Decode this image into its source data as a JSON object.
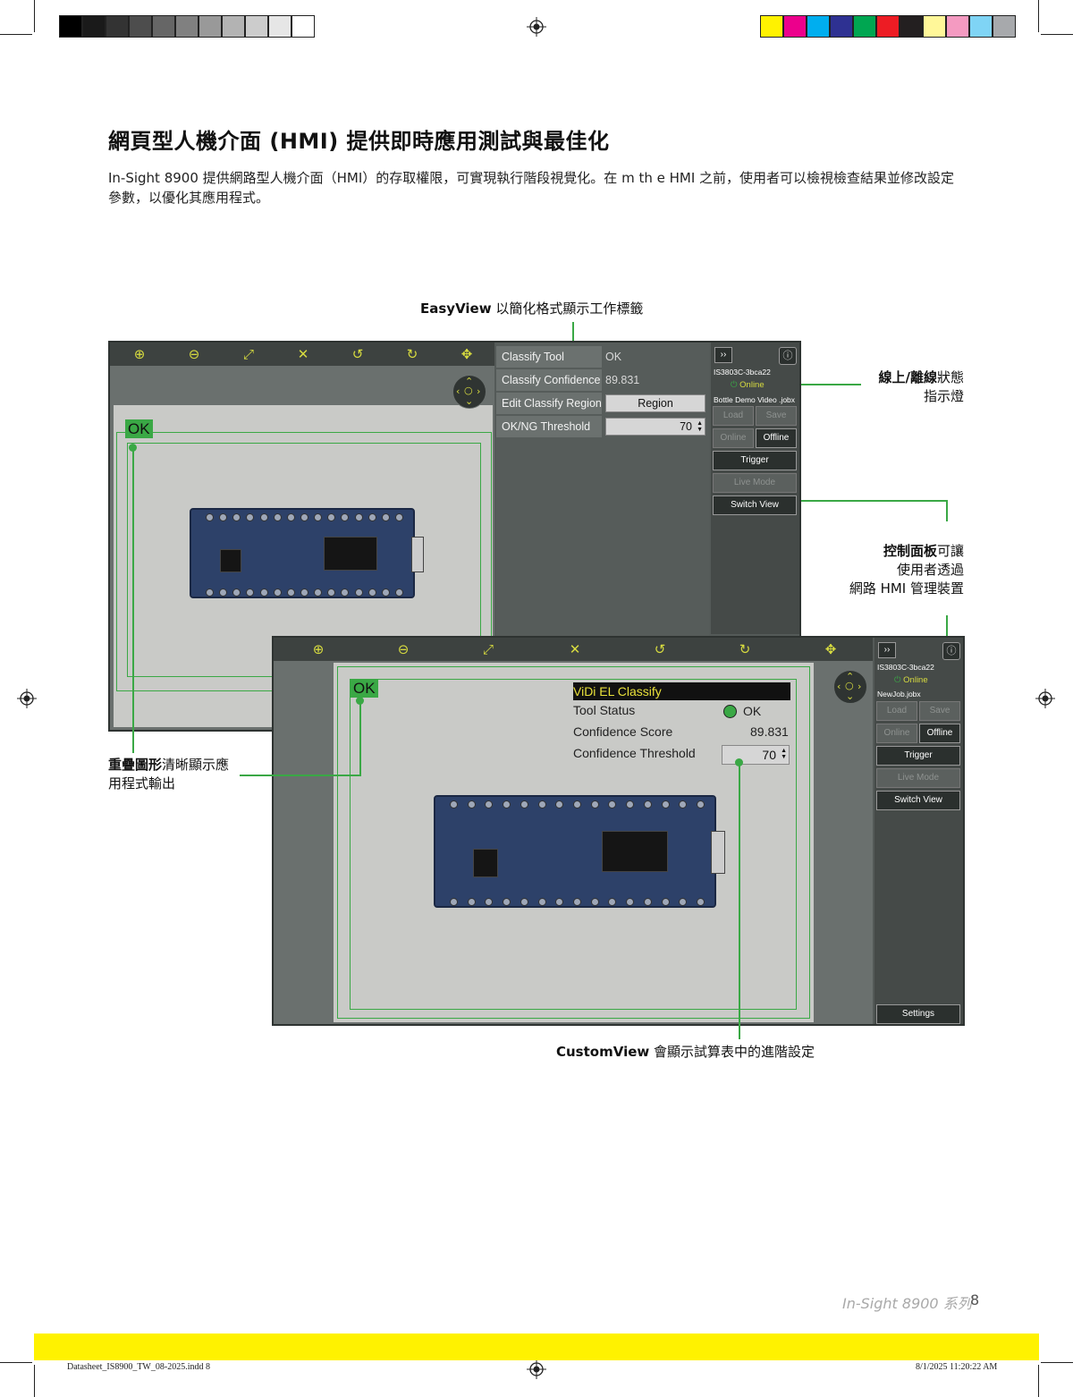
{
  "page": {
    "title": "網頁型人機介面 (HMI) 提供即時應用測試與最佳化",
    "intro": "In-Sight 8900 提供網路型人機介面（HMI）的存取權限，可實現執行階段視覺化。在 m th e HMI 之前，使用者可以檢視檢查結果並修改設定參數，以優化其應用程式。",
    "footer_series": "In-Sight 8900 系列",
    "page_number": "8",
    "slug_left": "Datasheet_IS8900_TW_08-2025.indd   8",
    "slug_right": "8/1/2025   11:20:22 AM"
  },
  "callouts": {
    "easyview_bold": "EasyView",
    "easyview_rest": " 以簡化格式顯示工作標籤",
    "online_bold": "線上/離線",
    "online_rest": "狀態",
    "online_line2": "指示燈",
    "control_bold": "控制面板",
    "control_rest": "可讓",
    "control_line2": "使用者透過",
    "control_line3": "網路 HMI 管理裝置",
    "overlay_bold": "重疊圖形",
    "overlay_rest": "清晰顯示應",
    "overlay_line2": "用程式輸出",
    "customview_bold": "CustomView",
    "customview_rest": " 會顯示試算表中的進階設定"
  },
  "easyview": {
    "ok_tag": "OK",
    "props": [
      {
        "label": "Classify Tool",
        "value": "OK"
      },
      {
        "label": "Classify Confidence",
        "value": "89.831"
      },
      {
        "label": "Edit Classify Region",
        "button": "Region"
      },
      {
        "label": "OK/NG Threshold",
        "spin": "70"
      }
    ],
    "side": {
      "expand": "››",
      "device": "IS3803C-3bca22",
      "status": "Online",
      "job": "Bottle Demo Video .jobx",
      "load": "Load",
      "save": "Save",
      "online_btn": "Online",
      "offline_btn": "Offline",
      "trigger": "Trigger",
      "live_mode": "Live Mode",
      "switch_view": "Switch View"
    }
  },
  "customview": {
    "ok_tag": "OK",
    "table_title": "ViDi EL Classify",
    "rows": [
      {
        "label": "Tool Status",
        "value": "OK"
      },
      {
        "label": "Confidence Score",
        "value": "89.831"
      },
      {
        "label": "Confidence Threshold",
        "value": "70"
      }
    ],
    "side": {
      "expand": "››",
      "device": "IS3803C-3bca22",
      "status": "Online",
      "job": "NewJob.jobx",
      "load": "Load",
      "save": "Save",
      "online_btn": "Online",
      "offline_btn": "Offline",
      "trigger": "Trigger",
      "live_mode": "Live Mode",
      "switch_view": "Switch View",
      "settings": "Settings"
    }
  },
  "colors": {
    "accent_green": "#3aa845",
    "toolbar_yellow": "#d8dc3f",
    "footer_yellow": "#fff200"
  }
}
